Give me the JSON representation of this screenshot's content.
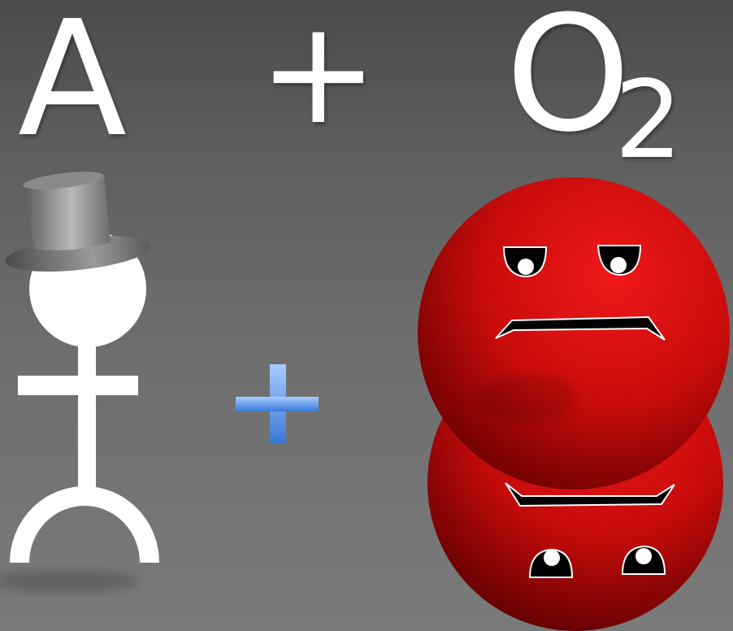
{
  "equation": {
    "reactant_label": "A",
    "operator": "+",
    "molecule_symbol": "O",
    "molecule_subscript": "2"
  },
  "colors": {
    "background": "#666666",
    "text": "#ffffff",
    "oxygen_red": "#d40d0d",
    "plus_blue": "#4f8fe0"
  },
  "icons": [
    "top-hat-icon",
    "stick-figure-icon",
    "blue-plus-icon",
    "oxygen-molecule-icon"
  ]
}
